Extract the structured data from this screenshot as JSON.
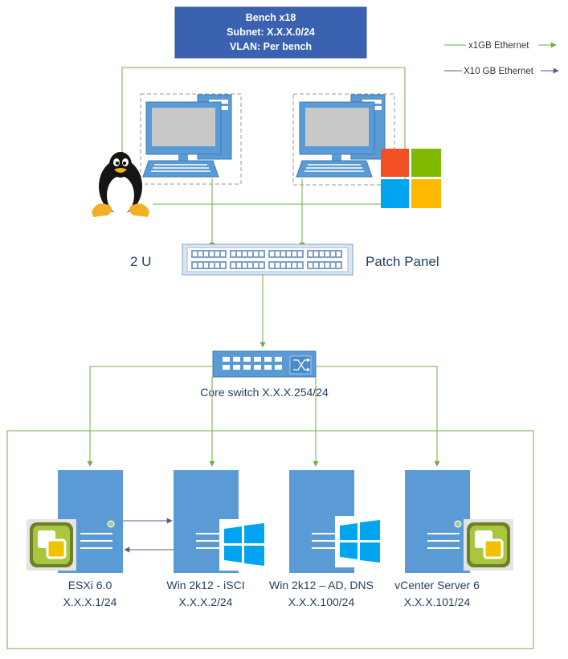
{
  "header": {
    "line1": "Bench x18",
    "line2": "Subnet: X.X.X.0/24",
    "line3": "VLAN: Per bench"
  },
  "legend": {
    "gigabit": "x1GB Ethernet",
    "ten_gigabit": "X10 GB Ethernet"
  },
  "patch_panel": {
    "size_label": "2 U",
    "label": "Patch Panel"
  },
  "core_switch": {
    "label": "Core switch X.X.X.254/24"
  },
  "servers": [
    {
      "name": "ESXi 6.0",
      "ip": "X.X.X.1/24",
      "logo": "vmware-vsphere-icon"
    },
    {
      "name": "Win 2k12 - iSCI",
      "ip": "X.X.X.2/24",
      "logo": "windows-server-icon"
    },
    {
      "name": "Win 2k12 – AD, DNS",
      "ip": "X.X.X.100/24",
      "logo": "windows-server-icon"
    },
    {
      "name": "vCenter Server 6",
      "ip": "X.X.X.101/24",
      "logo": "vmware-vsphere-icon"
    }
  ],
  "colors": {
    "header_bg": "#3a62b0",
    "gigabit_line": "#70ad47",
    "ten_gigabit_line": "#5b5b8a",
    "device_blue": "#5b9bd5"
  }
}
